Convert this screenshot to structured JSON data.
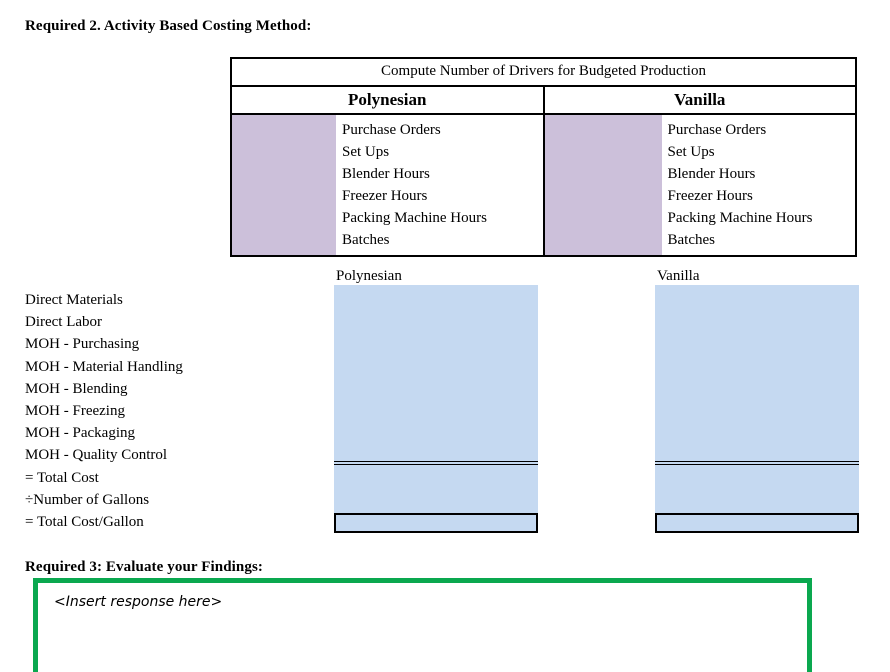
{
  "headings": {
    "required2": "Required 2. Activity Based Costing Method:",
    "required3": "Required 3: Evaluate your Findings:"
  },
  "drivers_table": {
    "title": "Compute Number of Drivers for Budgeted Production",
    "columns": [
      {
        "product": "Polynesian",
        "drivers": [
          "Purchase Orders",
          "Set Ups",
          "Blender Hours",
          "Freezer Hours",
          "Packing Machine Hours",
          "Batches"
        ]
      },
      {
        "product": "Vanilla",
        "drivers": [
          "Purchase Orders",
          "Set Ups",
          "Blender Hours",
          "Freezer Hours",
          "Packing Machine Hours",
          "Batches"
        ]
      }
    ],
    "fill_color": "#ccc0da"
  },
  "cost_section": {
    "column_captions": [
      "Polynesian",
      "Vanilla"
    ],
    "row_labels": [
      "Direct Materials",
      "Direct Labor",
      "MOH - Purchasing",
      "MOH - Material Handling",
      "MOH - Blending",
      "MOH - Freezing",
      "MOH - Packaging",
      "MOH - Quality Control",
      "= Total Cost",
      "÷Number of Gallons",
      "= Total Cost/Gallon"
    ],
    "entry_fill_color": "#c5d9f1"
  },
  "response": {
    "placeholder": "<Insert response here>",
    "border_color": "#0aa84f"
  }
}
